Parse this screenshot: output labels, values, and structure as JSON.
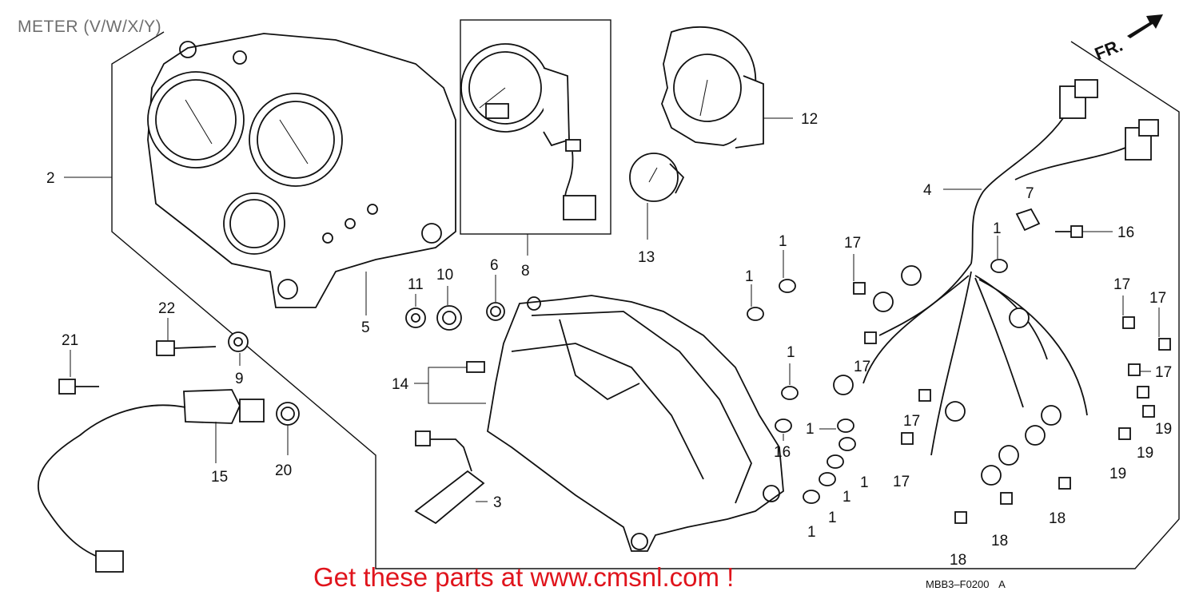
{
  "header": {
    "title": "METER (V/W/X/Y)"
  },
  "orientation": {
    "label": "FR."
  },
  "footer": {
    "promo": "Get these parts at www.cmsnl.com !",
    "diagram_code": "MBB3–F0200",
    "diagram_suffix": "A"
  },
  "callouts": {
    "c2": "2",
    "c5": "5",
    "c8": "8",
    "c12": "12",
    "c13": "13",
    "c4": "4",
    "c7": "7",
    "c16a": "16",
    "c1a": "1",
    "c1b": "1",
    "c1c": "1",
    "c17a": "17",
    "c17b": "17",
    "c17c": "17",
    "c17d": "17",
    "c17e": "17",
    "c17f": "17",
    "c11": "11",
    "c10": "10",
    "c6": "6",
    "c22": "22",
    "c21": "21",
    "c9": "9",
    "c15": "15",
    "c20": "20",
    "c14": "14",
    "c3": "3",
    "c1d": "1",
    "c16b": "16",
    "c1e": "1",
    "c1f": "1",
    "c1g": "1",
    "c1h": "1",
    "c1i": "1",
    "c17g": "17",
    "c18a": "18",
    "c18b": "18",
    "c18c": "18",
    "c19a": "19",
    "c19b": "19",
    "c19c": "19"
  }
}
